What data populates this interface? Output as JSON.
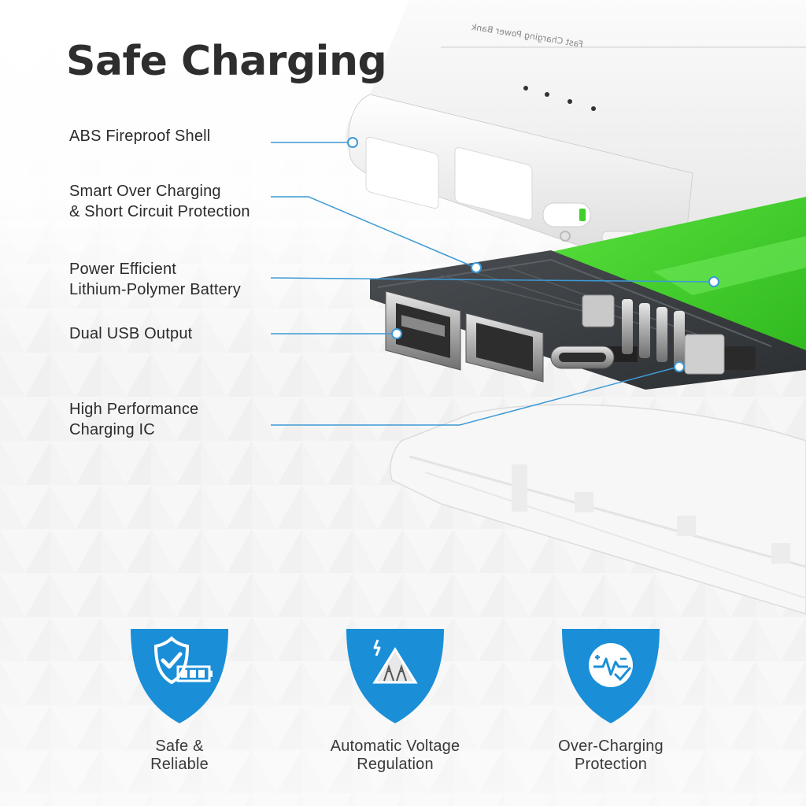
{
  "title": "Safe Charging",
  "device_text": "Fast Charging Power Bank",
  "features": [
    {
      "lines": [
        "ABS Fireproof Shell"
      ]
    },
    {
      "lines": [
        "Smart Over Charging",
        "& Short Circuit Protection"
      ]
    },
    {
      "lines": [
        "Power Efficient",
        "Lithium-Polymer Battery"
      ]
    },
    {
      "lines": [
        "Dual USB Output"
      ]
    },
    {
      "lines": [
        "High Performance",
        "Charging IC"
      ]
    }
  ],
  "badges": [
    {
      "icon": "shield-battery-check-icon",
      "lines": [
        "Safe &",
        "Reliable"
      ]
    },
    {
      "icon": "voltage-tower-icon",
      "lines": [
        "Automatic Voltage",
        "Regulation"
      ]
    },
    {
      "icon": "heartbeat-check-icon",
      "lines": [
        "Over-Charging",
        "Protection"
      ]
    }
  ],
  "colors": {
    "accent_blue": "#1a8fd8",
    "callout_line": "#3d9ad6",
    "battery_green": "#3fcf2a",
    "pcb_dark": "#3a3d40",
    "title": "#2e2e2e"
  }
}
